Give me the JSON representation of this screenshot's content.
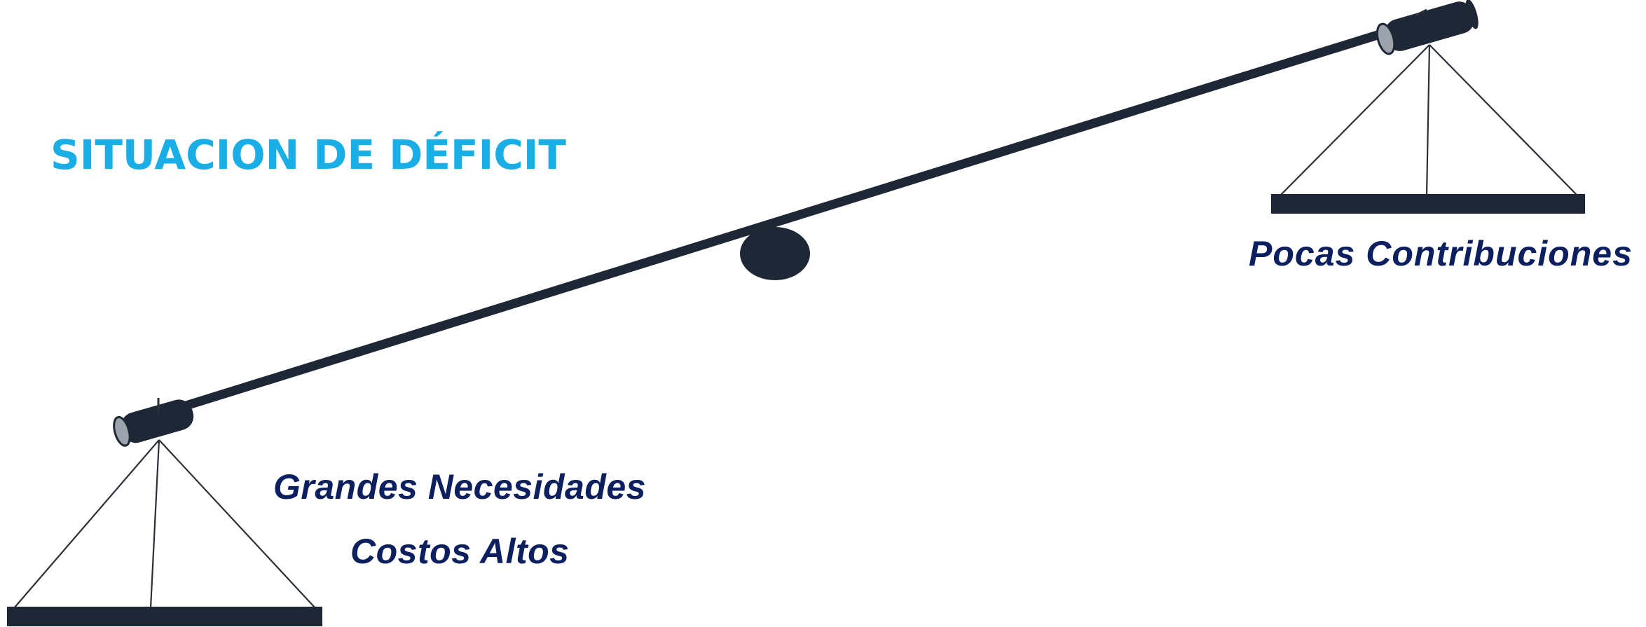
{
  "title": "SITUACION DE DÉFICIT",
  "right_pan": {
    "label": "Pocas Contribuciones"
  },
  "left_pan": {
    "label_line1": "Grandes Necesidades",
    "label_line2": "Costos Altos"
  },
  "colors": {
    "title": "#1aaee6",
    "label": "#0c2060",
    "beam": "#1e2735",
    "cap": "#9ea3ab",
    "string": "#2a2f38"
  }
}
